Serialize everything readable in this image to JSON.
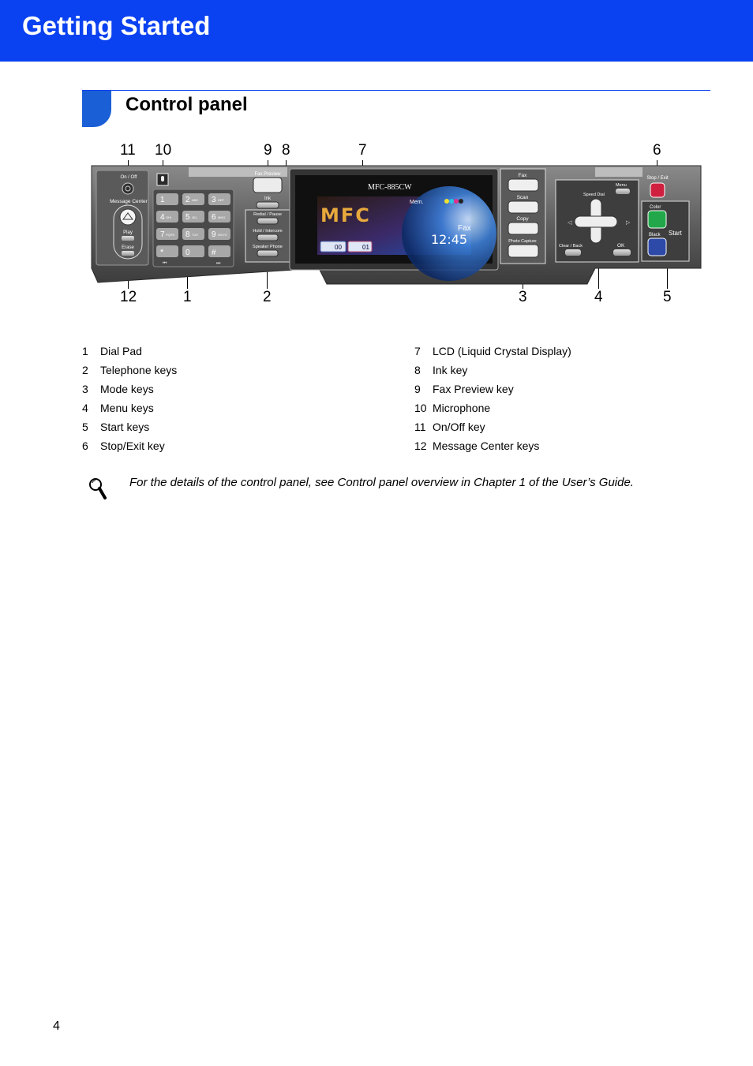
{
  "header": {
    "title": "Getting Started"
  },
  "section": {
    "title": "Control panel"
  },
  "callouts": [
    "1",
    "2",
    "3",
    "4",
    "5",
    "6",
    "7",
    "8",
    "9",
    "10",
    "11",
    "12"
  ],
  "panel": {
    "on_off": "On / Off",
    "message_center": "Message Center",
    "play": "Play",
    "erase": "Erase",
    "fax_preview": "Fax Preview",
    "ink": "Ink",
    "redial_pause": "Redial / Pause",
    "hold_intercom": "Hold / Intercom",
    "speaker_phone": "Speaker Phone",
    "model": "MFC-885CW",
    "lcd_logo": "MFC",
    "lcd_mem": "Mem.",
    "lcd_fax": "Fax",
    "lcd_time": "12:45",
    "lcd_count_a": "00",
    "lcd_count_b": "01",
    "fax": "Fax",
    "scan": "Scan",
    "copy": "Copy",
    "photo_capture": "Photo Capture",
    "speed_dial": "Speed Dial",
    "menu": "Menu",
    "clear_back": "Clear / Back",
    "ok": "OK",
    "stop_exit": "Stop / Exit",
    "color": "Color",
    "black": "Black",
    "start": "Start",
    "keys": [
      "1",
      "2",
      "3",
      "4",
      "5",
      "6",
      "7",
      "8",
      "9",
      "*",
      "0",
      "#"
    ],
    "key_letters": [
      "",
      "ABC",
      "DEF",
      "GHI",
      "JKL",
      "MNO",
      "PQRS",
      "TUV",
      "WXYZ",
      "",
      "",
      ""
    ]
  },
  "legend_left": [
    {
      "num": "1",
      "label": "Dial Pad"
    },
    {
      "num": "2",
      "label": "Telephone keys"
    },
    {
      "num": "3",
      "label": "Mode keys"
    },
    {
      "num": "4",
      "label": "Menu keys"
    },
    {
      "num": "5",
      "label": "Start keys"
    },
    {
      "num": "6",
      "label": "Stop/Exit key"
    }
  ],
  "legend_right": [
    {
      "num": "7",
      "label": "LCD (Liquid Crystal Display)"
    },
    {
      "num": "8",
      "label": "Ink key"
    },
    {
      "num": "9",
      "label": "Fax Preview key"
    },
    {
      "num": "10",
      "label": "Microphone"
    },
    {
      "num": "11",
      "label": "On/Off key"
    },
    {
      "num": "12",
      "label": "Message Center keys"
    }
  ],
  "note": "For the details of the control panel, see Control panel overview in Chapter 1 of the User’s Guide.",
  "page_number": "4"
}
